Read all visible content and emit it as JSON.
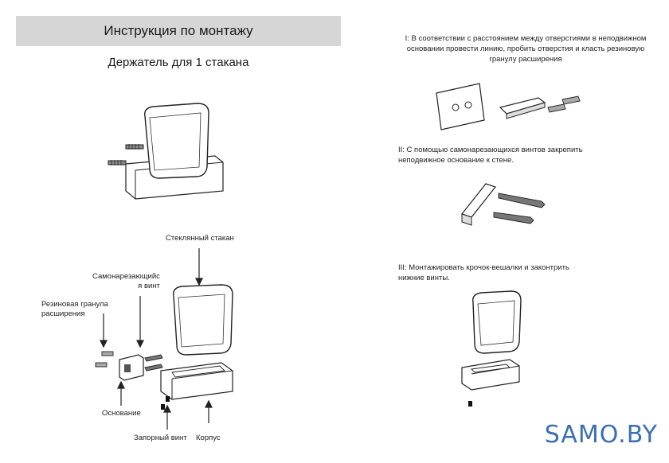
{
  "header": {
    "title": "Инструкция по монтажу",
    "subtitle": "Держатель для 1 стакана"
  },
  "parts": {
    "glass": "Стеклянный стакан",
    "screw_line1": "Самонарезающийс",
    "screw_line2": "я винт",
    "anchor_line1": "Резиновая гранула",
    "anchor_line2": "расширения",
    "base": "Основание",
    "lock_screw": "Запорный винт",
    "body": "Корпус"
  },
  "steps": {
    "step1_line1": "I: В соответствии с расстоянием между отверстиями в неподвижном",
    "step1_line2": "основании провести линию, пробить отверстия и класть резиновую",
    "step1_line3": "гранулу расширения",
    "step2_line1": "II: С помощью самонарезающихся винтов закрепить",
    "step2_line2": "неподвижное основание к стене.",
    "step3_line1": "III: Монтажировать крочок-вешалки и законтрить",
    "step3_line2": "нижние винты."
  },
  "brand": {
    "name": "SAMO.BY",
    "color": "#3a6fb3"
  }
}
